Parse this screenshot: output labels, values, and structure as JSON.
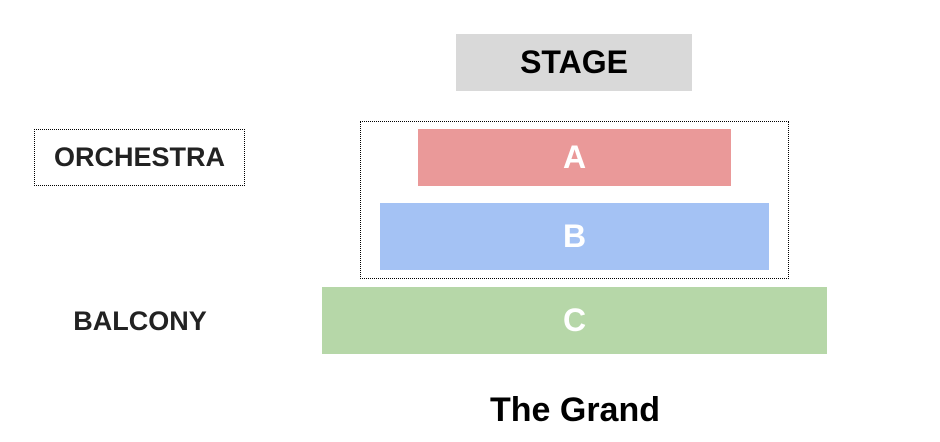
{
  "stage": {
    "label": "STAGE"
  },
  "levels": {
    "orchestra": "ORCHESTRA",
    "balcony": "BALCONY"
  },
  "sections": [
    {
      "label": "A",
      "color": "#ea9999"
    },
    {
      "label": "B",
      "color": "#a4c2f4"
    },
    {
      "label": "C",
      "color": "#b6d7a8"
    }
  ],
  "venue": {
    "name": "The Grand"
  }
}
